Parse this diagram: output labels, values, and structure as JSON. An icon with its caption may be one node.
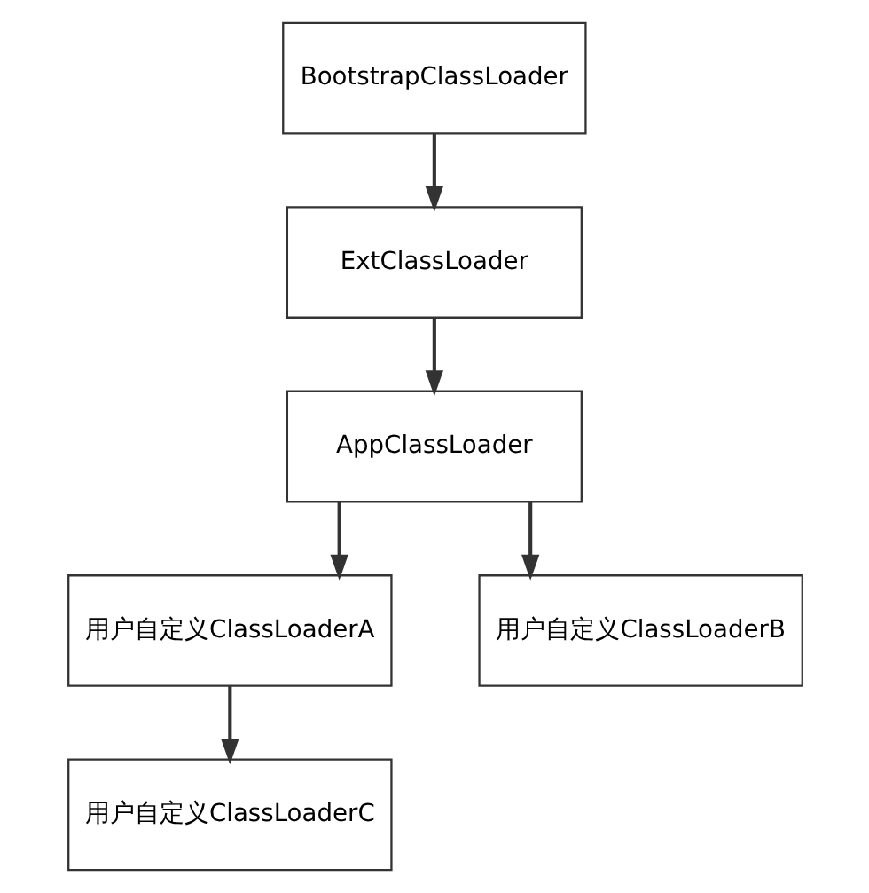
{
  "diagram": {
    "nodes": [
      {
        "text": [
          "BootstrapClassLoader"
        ]
      },
      {
        "text": [
          "ExtClassLoader"
        ]
      },
      {
        "text": [
          "AppClassLoader"
        ]
      },
      {
        "text": [
          "用户自定义ClassLoaderA"
        ]
      },
      {
        "text": [
          "用户自定义ClassLoaderB"
        ]
      },
      {
        "text": [
          "用户自定义ClassLoaderC"
        ]
      }
    ],
    "edges": [
      {
        "from": 0,
        "to": 1,
        "arrow": "to"
      },
      {
        "from": 1,
        "to": 2,
        "arrow": "to"
      },
      {
        "from": 2,
        "to": 3,
        "arrow": "to"
      },
      {
        "from": 2,
        "to": 4,
        "arrow": "to"
      },
      {
        "from": 3,
        "to": 5,
        "arrow": "to"
      }
    ]
  }
}
